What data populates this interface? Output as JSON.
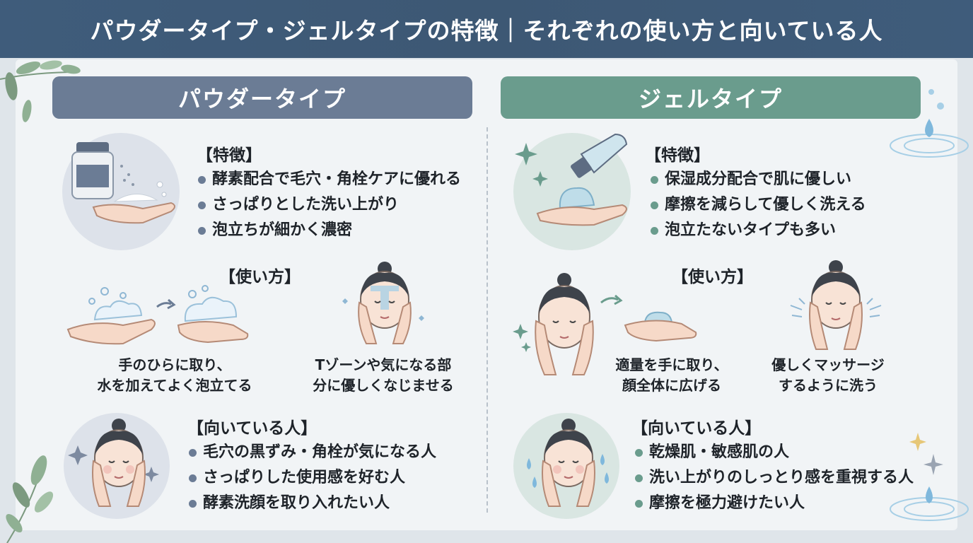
{
  "header": {
    "title": "パウダータイプ・ジェルタイプの特徴｜それぞれの使い方と向いている人"
  },
  "powder": {
    "title": "パウダータイプ",
    "features_heading": "【特徴】",
    "features": [
      "酵素配合で毛穴・角栓ケアに優れる",
      "さっぱりとした洗い上がり",
      "泡立ちが細かく濃密"
    ],
    "usage_heading": "【使い方】",
    "usage_steps": [
      {
        "line1": "手のひらに取り、",
        "line2": "水を加えてよく泡立てる"
      },
      {
        "line1": "Tゾーンや気になる部",
        "line2": "分に優しくなじませる"
      }
    ],
    "suited_heading": "【向いている人】",
    "suited": [
      "毛穴の黒ずみ・角栓が気になる人",
      "さっぱりした使用感を好む人",
      "酵素洗顔を取り入れたい人"
    ]
  },
  "gel": {
    "title": "ジェルタイプ",
    "features_heading": "【特徴】",
    "features": [
      "保湿成分配合で肌に優しい",
      "摩擦を減らして優しく洗える",
      "泡立たないタイプも多い"
    ],
    "usage_heading": "【使い方】",
    "usage_steps": [
      {
        "line1": "適量を手に取り、",
        "line2": "顔全体に広げる"
      },
      {
        "line1": "優しくマッサージ",
        "line2": "するように洗う"
      }
    ],
    "suited_heading": "【向いている人】",
    "suited": [
      "乾燥肌・敏感肌の人",
      "洗い上がりのしっとり感を重視する人",
      "摩擦を極力避けたい人"
    ]
  },
  "colors": {
    "header_bg": "#3f5c7b",
    "powder_accent": "#6b7c95",
    "gel_accent": "#6a9c8d",
    "panel_bg": "#f1f4f6"
  },
  "icons": [
    "leaf-decoration-icon",
    "water-ripple-icon",
    "sparkle-icon",
    "powder-jar-icon",
    "gel-tube-icon",
    "foam-hands-icon",
    "face-washing-icon",
    "water-drop-icon"
  ]
}
